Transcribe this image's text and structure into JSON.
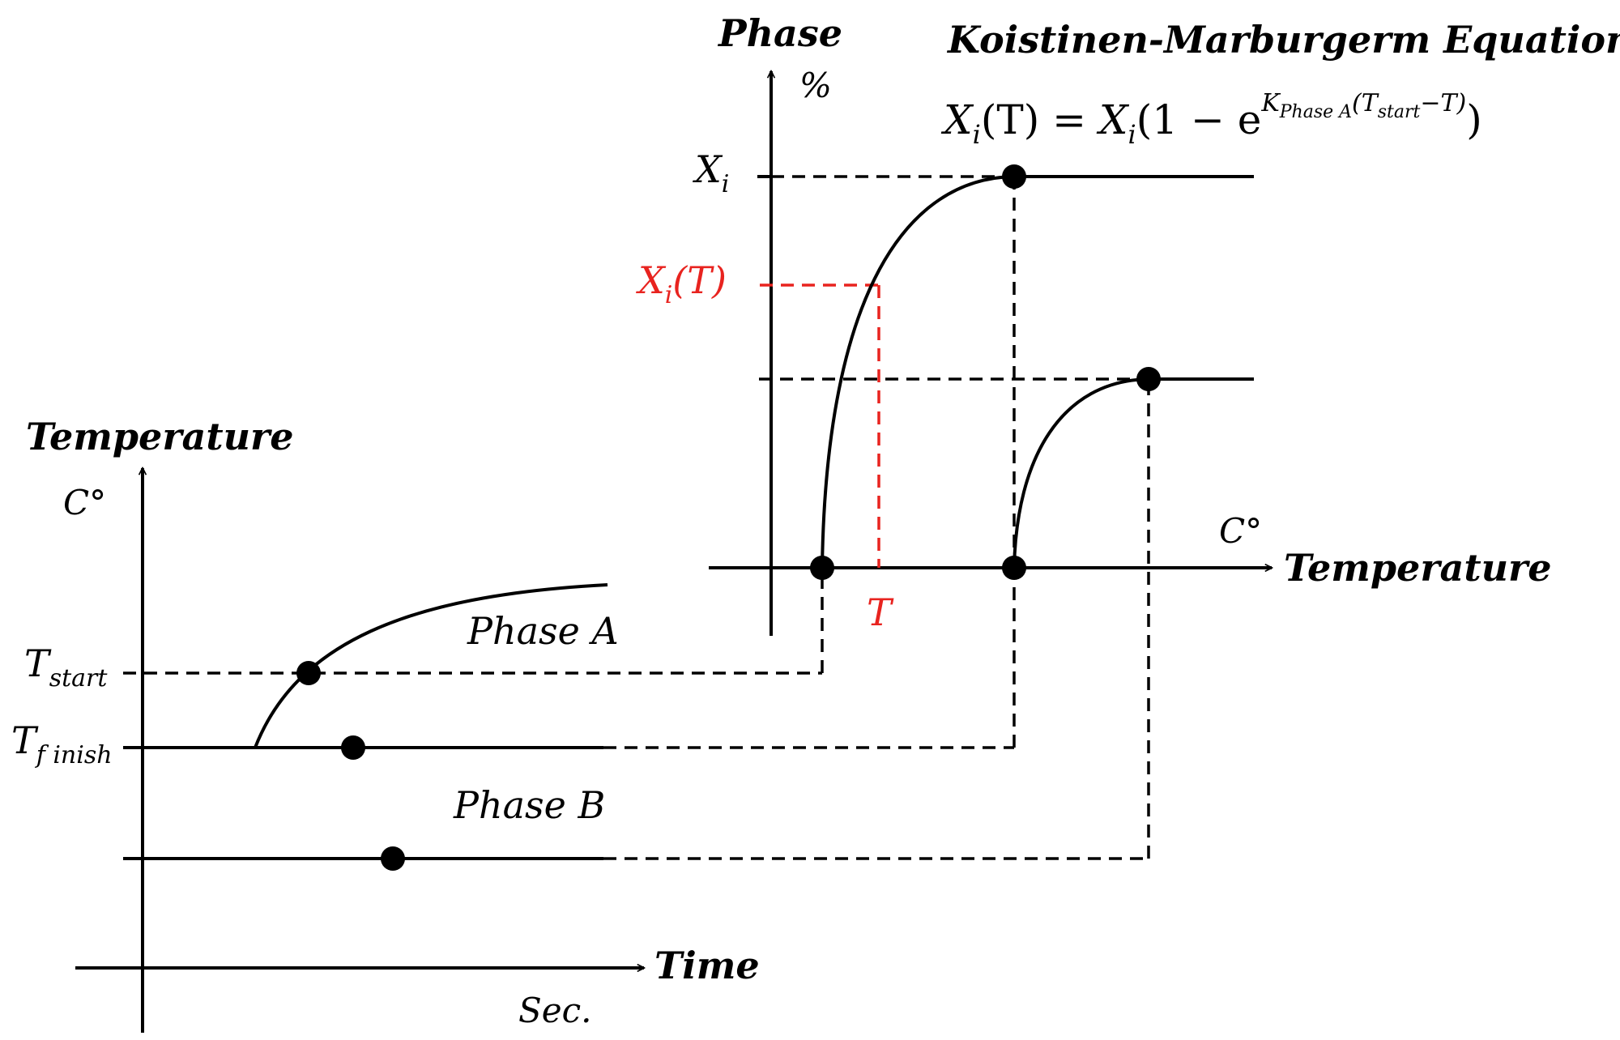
{
  "equation_title": "Koistinen-Marburgerm Equation",
  "equation": {
    "lhs": "X",
    "lhs_sub": "i",
    "lhs_arg": "(T) = ",
    "rhs_var": "X",
    "rhs_sub": "i",
    "rhs_open": "(1 − e",
    "exp_K": "K",
    "exp_K_sub": "Phase A",
    "exp_paren_open": "(T",
    "exp_T_sub": "start",
    "exp_tail": "−T)",
    "rhs_close": ")"
  },
  "phase_chart": {
    "y_axis_title": "Phase",
    "y_axis_unit": "%",
    "x_axis_title": "Temperature",
    "x_axis_unit": "C°",
    "tick_xi": "X",
    "tick_xi_sub": "i",
    "tick_xit": "X",
    "tick_xit_sub": "i",
    "tick_xit_tail": "(T)",
    "tick_t": "T"
  },
  "cooling_chart": {
    "y_axis_title": "Temperature",
    "y_axis_unit": "C°",
    "x_axis_title": "Time",
    "x_axis_unit": "Sec.",
    "tick_tstart": "T",
    "tick_tstart_sub": "start",
    "tick_tfinish": "T",
    "tick_tfinish_sub": "f inish",
    "phase_a_label": "Phase A",
    "phase_b_label": "Phase B"
  },
  "colors": {
    "line": "#000000",
    "highlight": "#e8231f"
  }
}
